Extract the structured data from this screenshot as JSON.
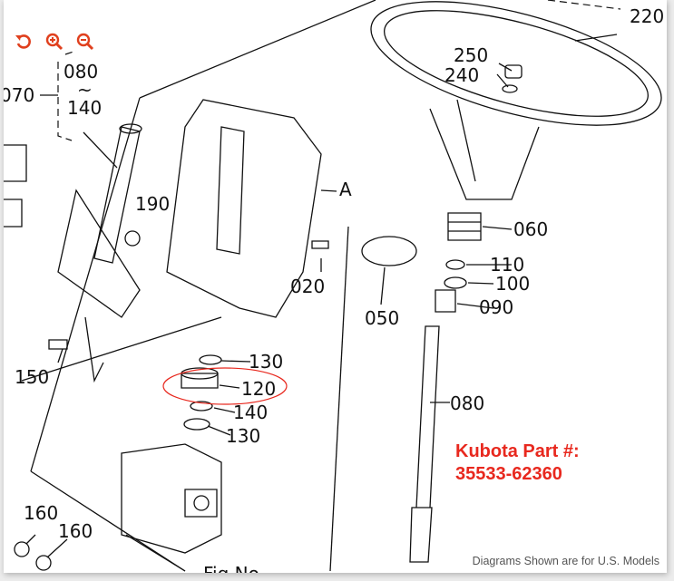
{
  "toolbar": {
    "icons": [
      "rotate-icon",
      "zoom-in-icon",
      "zoom-out-icon"
    ],
    "color": "#e0401e"
  },
  "labels": {
    "l220": "220",
    "l250": "250",
    "l240": "240",
    "l080a": "080",
    "ltilde": "~",
    "l140a": "140",
    "l070": "070",
    "l190": "190",
    "lA": "A",
    "l060": "060",
    "l110": "110",
    "l100": "100",
    "l090": "090",
    "l020": "020",
    "l050": "050",
    "l130a": "130",
    "l120": "120",
    "l140b": "140",
    "l130b": "130",
    "l150": "150",
    "l080b": "080",
    "l160a": "160",
    "l160b": "160",
    "lfig": "Fig No."
  },
  "part": {
    "title": "Kubota Part #:",
    "number": "35533-62360",
    "color": "#e8281e"
  },
  "highlight": {
    "part": "120",
    "color": "#e8281e"
  },
  "disclaimer": "Diagrams Shown are for U.S. Models"
}
